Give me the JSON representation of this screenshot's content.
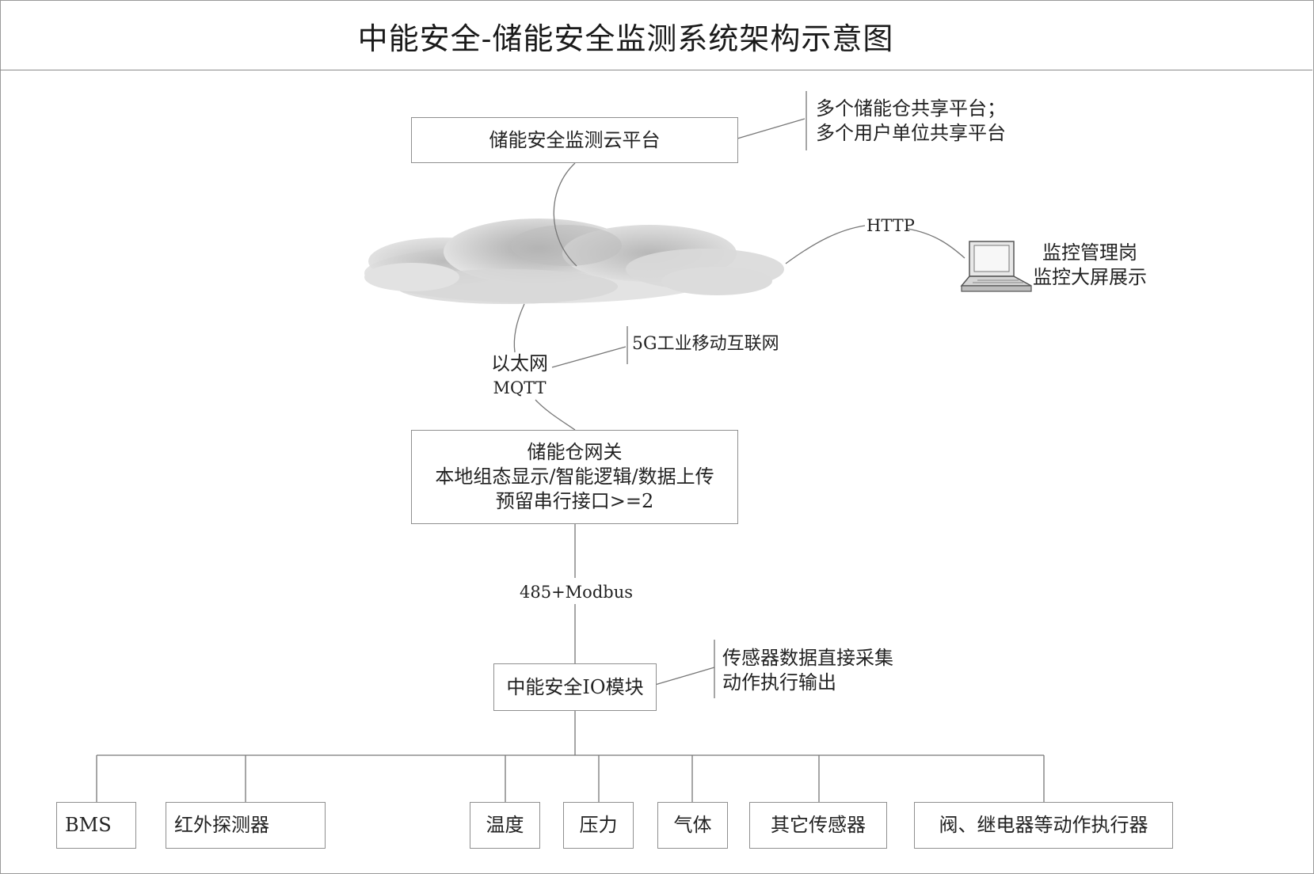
{
  "title": "中能安全-储能安全监测系统架构示意图",
  "cloud_platform": {
    "label": "储能安全监测云平台",
    "note": [
      "多个储能仓共享平台；",
      "多个用户单位共享平台"
    ]
  },
  "http_link": {
    "protocol": "HTTP",
    "terminal": [
      "监控管理岗",
      "监控大屏展示"
    ]
  },
  "uplink": {
    "protocol": [
      "以太网",
      "MQTT"
    ],
    "note": "5G工业移动互联网"
  },
  "gateway": {
    "lines": [
      "储能仓网关",
      "本地组态显示/智能逻辑/数据上传",
      "预留串行接口>=2"
    ]
  },
  "fieldbus": {
    "protocol": "485+Modbus"
  },
  "io_module": {
    "label": "中能安全IO模块",
    "note": [
      "传感器数据直接采集",
      "动作执行输出"
    ]
  },
  "devices": [
    "BMS",
    "红外探测器",
    "温度",
    "压力",
    "气体",
    "其它传感器",
    "阀、继电器等动作执行器"
  ],
  "icons": {
    "network": "cloud-icon",
    "terminal": "laptop-icon"
  },
  "colors": {
    "line": "#777777",
    "border": "#8f8f8f",
    "text": "#222222"
  }
}
